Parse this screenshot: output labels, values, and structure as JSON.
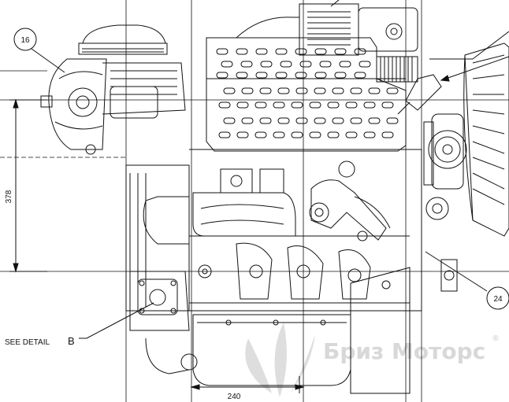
{
  "drawing": {
    "callouts": [
      {
        "id": "16",
        "text": "16"
      },
      {
        "id": "24",
        "text": "24"
      }
    ],
    "dimensions": {
      "vertical": "378",
      "horizontal": "240"
    },
    "detail_note": {
      "prefix": "SEE DETAIL",
      "letter": "B"
    },
    "watermark": "Бриз Моторс",
    "watermark_mark": "®",
    "colors": {
      "line": "#111111",
      "watermark": "#d8d8d8",
      "background": "#ffffff"
    }
  }
}
